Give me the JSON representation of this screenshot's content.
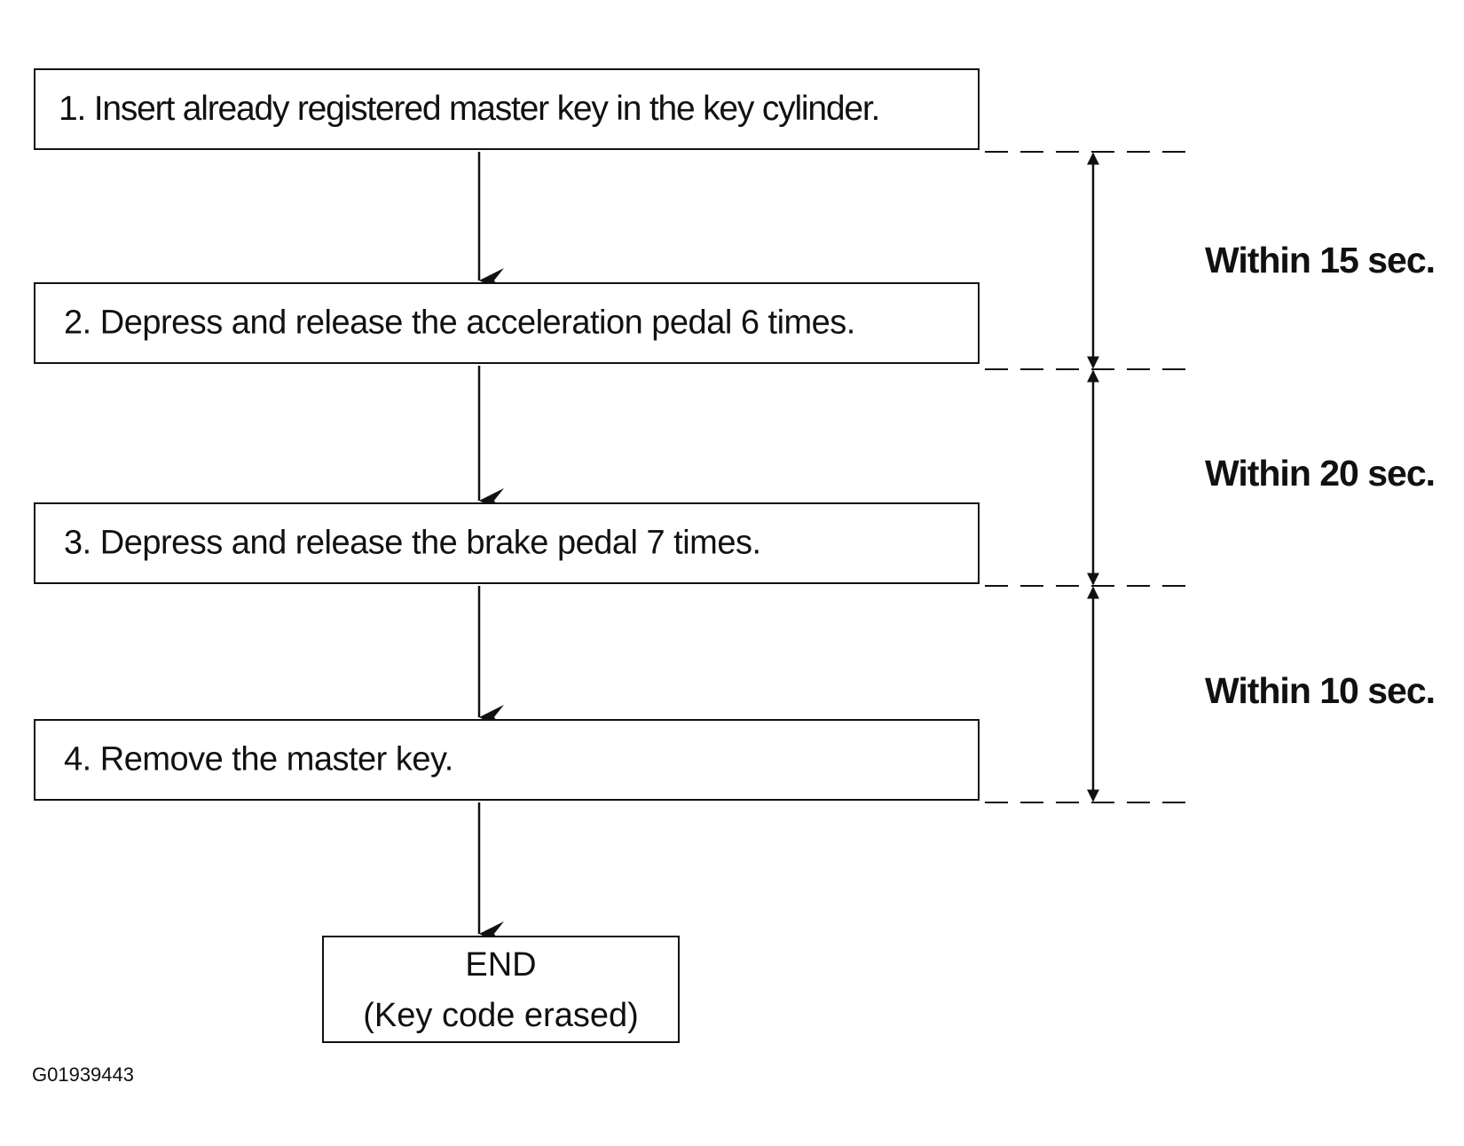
{
  "steps": [
    {
      "text": "1. Insert already registered master key in the key cylinder."
    },
    {
      "text": "2. Depress and release the acceleration pedal 6 times."
    },
    {
      "text": "3. Depress and release the brake pedal 7 times."
    },
    {
      "text": "4. Remove the master key."
    }
  ],
  "end": {
    "title": "END",
    "subtitle": "(Key code erased)"
  },
  "timings": [
    "Within 15 sec.",
    "Within 20 sec.",
    "Within 10 sec."
  ],
  "figure_id": "G01939443"
}
